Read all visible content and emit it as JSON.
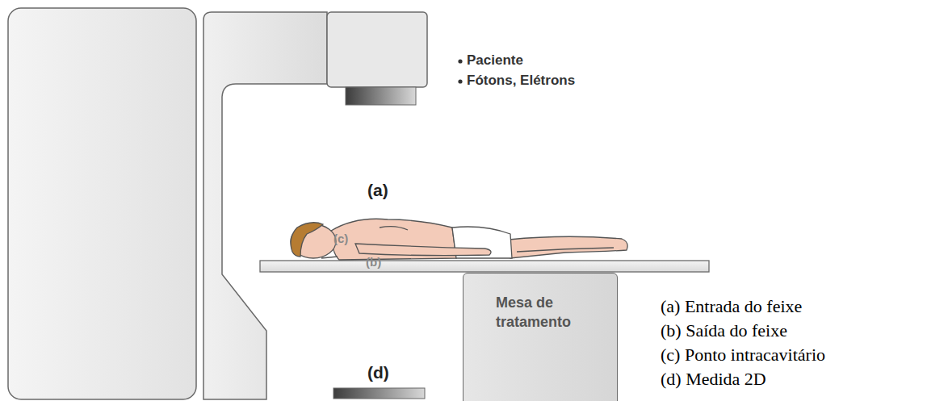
{
  "diagram": {
    "nodes": [
      {
        "text": [
          "Mesa de tratamento"
        ]
      }
    ],
    "labels": [
      "Paciente",
      "Fótons, Elétrons",
      "(a)",
      "(c)",
      "(b)",
      "(d)",
      "(a) Entrada do feixe",
      "(b) Saída do feixe",
      "(c) Ponto intracavitário",
      "(d) Medida 2D"
    ]
  }
}
